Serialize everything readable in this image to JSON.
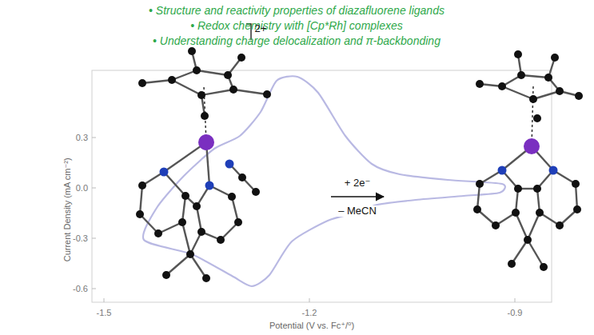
{
  "diagram": {
    "labels": [
      "• Structure and reactivity properties of diazafluorene ligands",
      "• Redox chemistry with [Cp*Rh] complexes",
      "• Understanding charge delocalization and π-backbonding",
      "2+",
      "+ 2e⁻",
      "– MeCN",
      "0.3",
      "0.0",
      "-0.3",
      "-0.6",
      "-1.5",
      "-1.2",
      "-0.9",
      "Potential (V vs. Fc⁺/⁰)",
      "Current Density (mA cm⁻²)"
    ]
  }
}
